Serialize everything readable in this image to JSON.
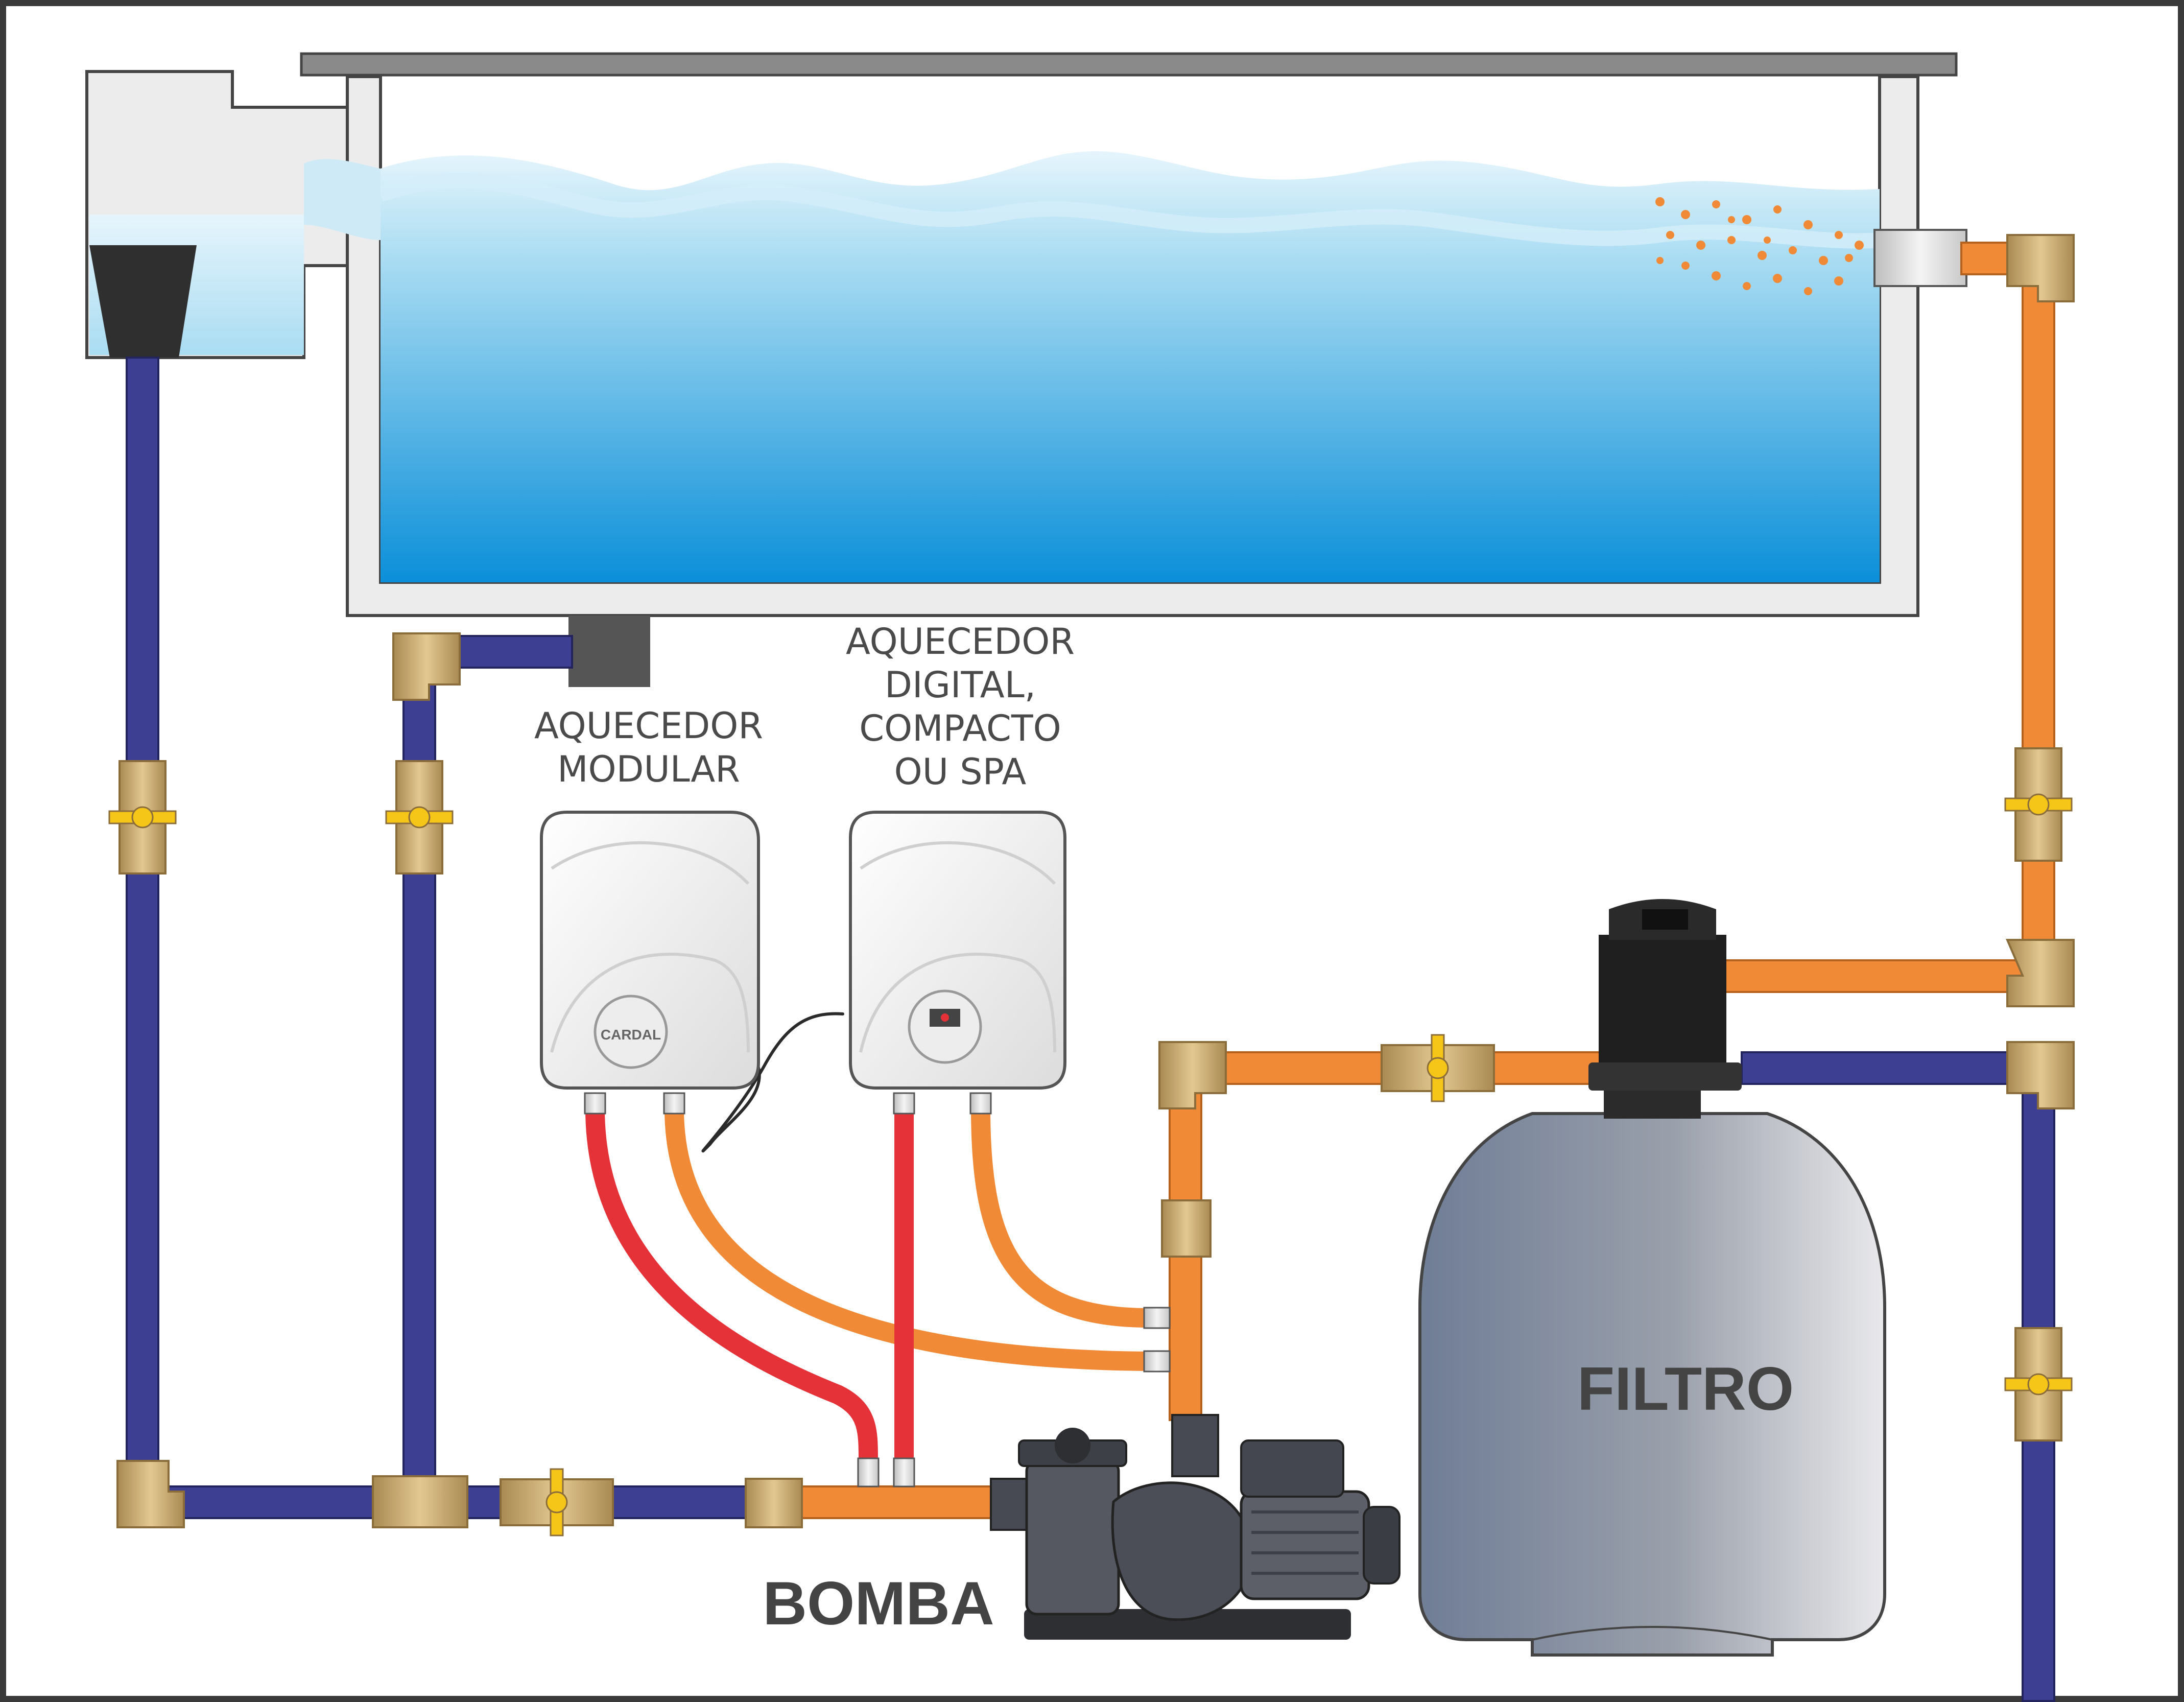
{
  "labels": {
    "heater_modular": [
      "AQUECEDOR",
      "MODULAR"
    ],
    "heater_digital": [
      "AQUECEDOR",
      "DIGITAL,",
      "COMPACTO",
      "OU SPA"
    ],
    "pump": "BOMBA",
    "filter": "FILTRO",
    "brand": "CARDAL"
  },
  "colors": {
    "pipe_cold": "#3d3f93",
    "pipe_hot": "#f08a36",
    "hose_hot": "#e53238",
    "fitting_brass": "#c6a56b",
    "valve_handle": "#f5c518",
    "water_top": "#cfeaf7",
    "water_bottom": "#0b8fd9",
    "pool_wall": "#ececec",
    "frame_border": "#3a3a3a"
  },
  "icons": [
    "gate-valve-icon",
    "elbow-fitting-icon",
    "tee-fitting-icon",
    "pump-icon",
    "sand-filter-icon",
    "heater-icon"
  ]
}
